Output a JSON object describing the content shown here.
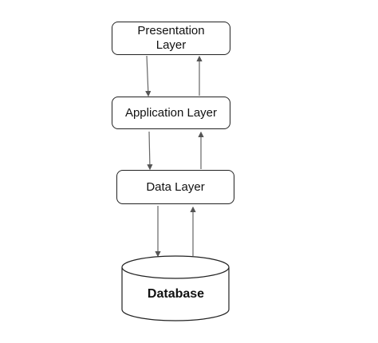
{
  "layers": {
    "presentation": "Presentation Layer",
    "application": "Application Layer",
    "data": "Data Layer",
    "database": "Database"
  }
}
